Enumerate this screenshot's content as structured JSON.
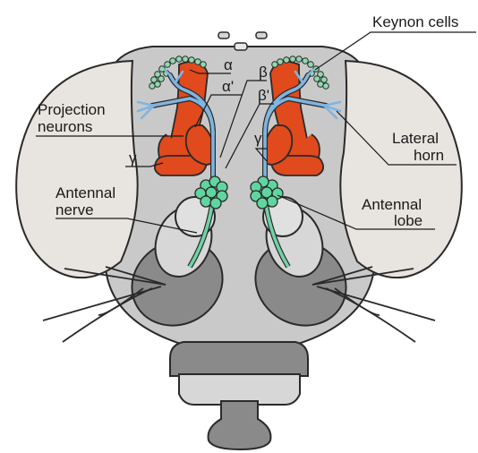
{
  "labels": {
    "keynon_cells": "Keynon cells",
    "alpha": "α",
    "alpha_prime": "α'",
    "beta": "β",
    "beta_prime": "β'",
    "projection_line1": "Projection",
    "projection_line2": "neurons",
    "gamma_left": "γ",
    "gamma_right": "γ",
    "lateral_line1": "Lateral",
    "lateral_line2": "horn",
    "antennal_nerve_line1": "Antennal",
    "antennal_nerve_line2": "nerve",
    "antennal_lobe_line1": "Antennal",
    "antennal_lobe_line2": "lobe"
  },
  "colors": {
    "head": "#c9c9c9",
    "eye": "#e8e4df",
    "mushroom_body": "#e04a1c",
    "kenyon_cells": "#8fd9b0",
    "projection_neurons": "#7fb5e0",
    "antennal_lobe": "#5fd6a0",
    "segment_dark": "#8a8a8a",
    "segment_light": "#d7d7d7",
    "outline": "#2a2a2a"
  }
}
